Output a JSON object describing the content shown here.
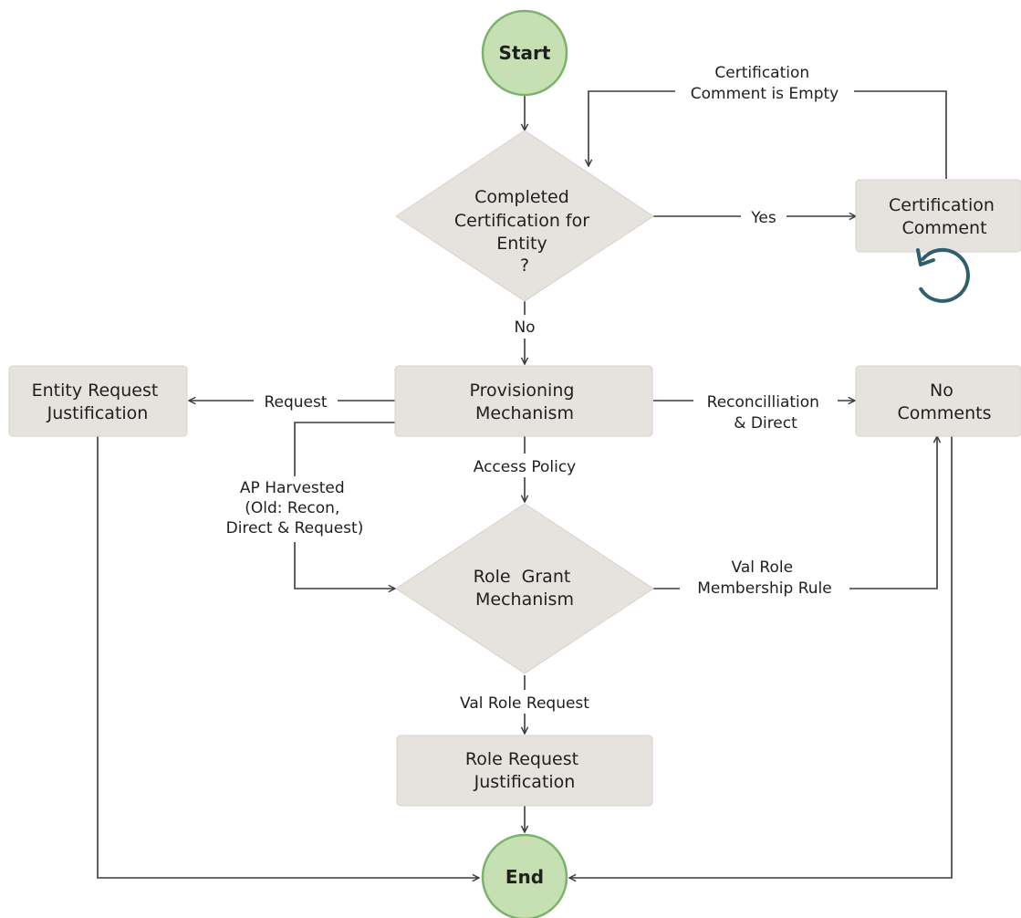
{
  "nodes": {
    "start": "Start",
    "end": "End",
    "completed_cert": [
      "Completed",
      "Certification for",
      "Entity",
      "?"
    ],
    "cert_comment": [
      "Certification",
      "Comment"
    ],
    "provisioning": [
      "Provisioning",
      "Mechanism"
    ],
    "entity_request": [
      "Entity Request",
      "Justification"
    ],
    "no_comments": [
      "No",
      "Comments"
    ],
    "role_grant": [
      "Role  Grant",
      "Mechanism"
    ],
    "role_request": [
      "Role Request",
      "Justification"
    ]
  },
  "edges": {
    "cert_empty": [
      "Certification",
      "Comment is Empty"
    ],
    "yes": "Yes",
    "no": "No",
    "request": "Request",
    "reconciliation": [
      "Reconcilliation",
      "& Direct"
    ],
    "access_policy": "Access Policy",
    "ap_harvested": [
      "AP Harvested",
      "(Old: Recon,",
      "Direct & Request)"
    ],
    "val_role_membership": [
      "Val Role",
      "Membership Rule"
    ],
    "val_role_request": "Val Role Request"
  },
  "colors": {
    "box_fill": "#e6e3de",
    "terminal_fill": "#c6e0b4",
    "terminal_stroke": "#7ab36a",
    "loop_icon": "#2f5f6e",
    "line": "#3a3a3a"
  },
  "icons": {
    "loop": "refresh-icon"
  }
}
